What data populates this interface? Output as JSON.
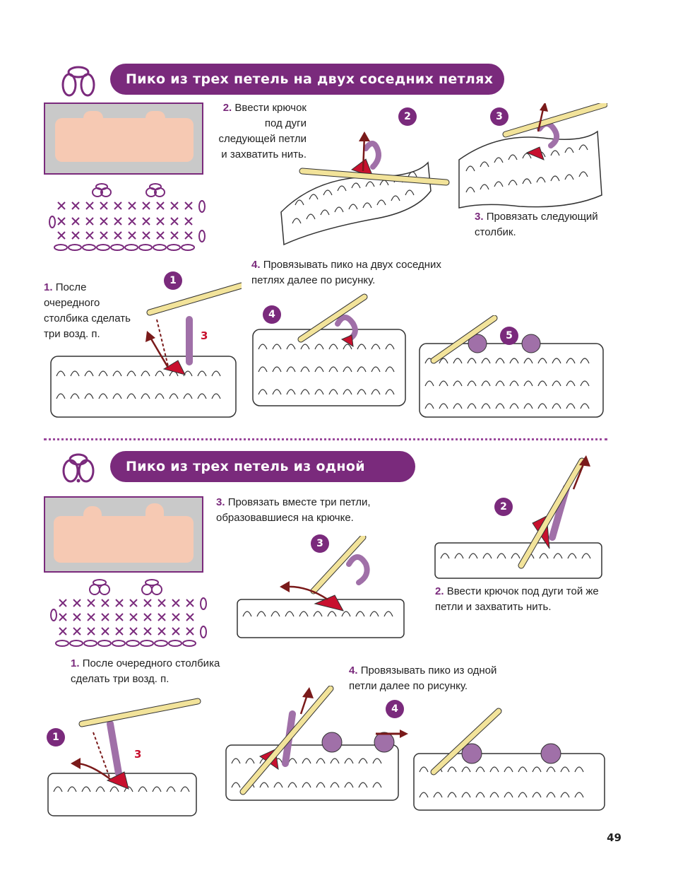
{
  "section1": {
    "title": "Пико из трех петель на двух соседних петлях",
    "step1_num": "1.",
    "step1_text": "После очередного столбика сделать три возд. п.",
    "step2_num": "2.",
    "step2_text": "Ввести крючок под дуги следующей петли и захватить нить.",
    "step3_num": "3.",
    "step3_text": "Провязать следующий столбик.",
    "step4_num": "4.",
    "step4_text": "Провязывать пико на двух соседних петлях  далее по рисунку.",
    "badges": [
      "1",
      "2",
      "3",
      "4",
      "5"
    ],
    "chain_count": "3"
  },
  "section2": {
    "title": "Пико из трех петель из одной петли",
    "step1_num": "1.",
    "step1_text": "После очередного столбика сделать три возд. п.",
    "step2_num": "2.",
    "step2_text": "Ввести крючок под дуги той же петли и захватить нить.",
    "step3_num": "3.",
    "step3_text": "Провязать вместе три петли, образовавшиеся на крючке.",
    "step4_num": "4.",
    "step4_text": "Провязывать пико из одной петли далее по рисунку.",
    "badges": [
      "1",
      "2",
      "3",
      "4"
    ],
    "chain_count": "3"
  },
  "page_number": "49",
  "colors": {
    "accent": "#7a2a7c",
    "red": "#c8102e",
    "hook": "#f2e39a",
    "swatch": "#f6c9b3"
  }
}
